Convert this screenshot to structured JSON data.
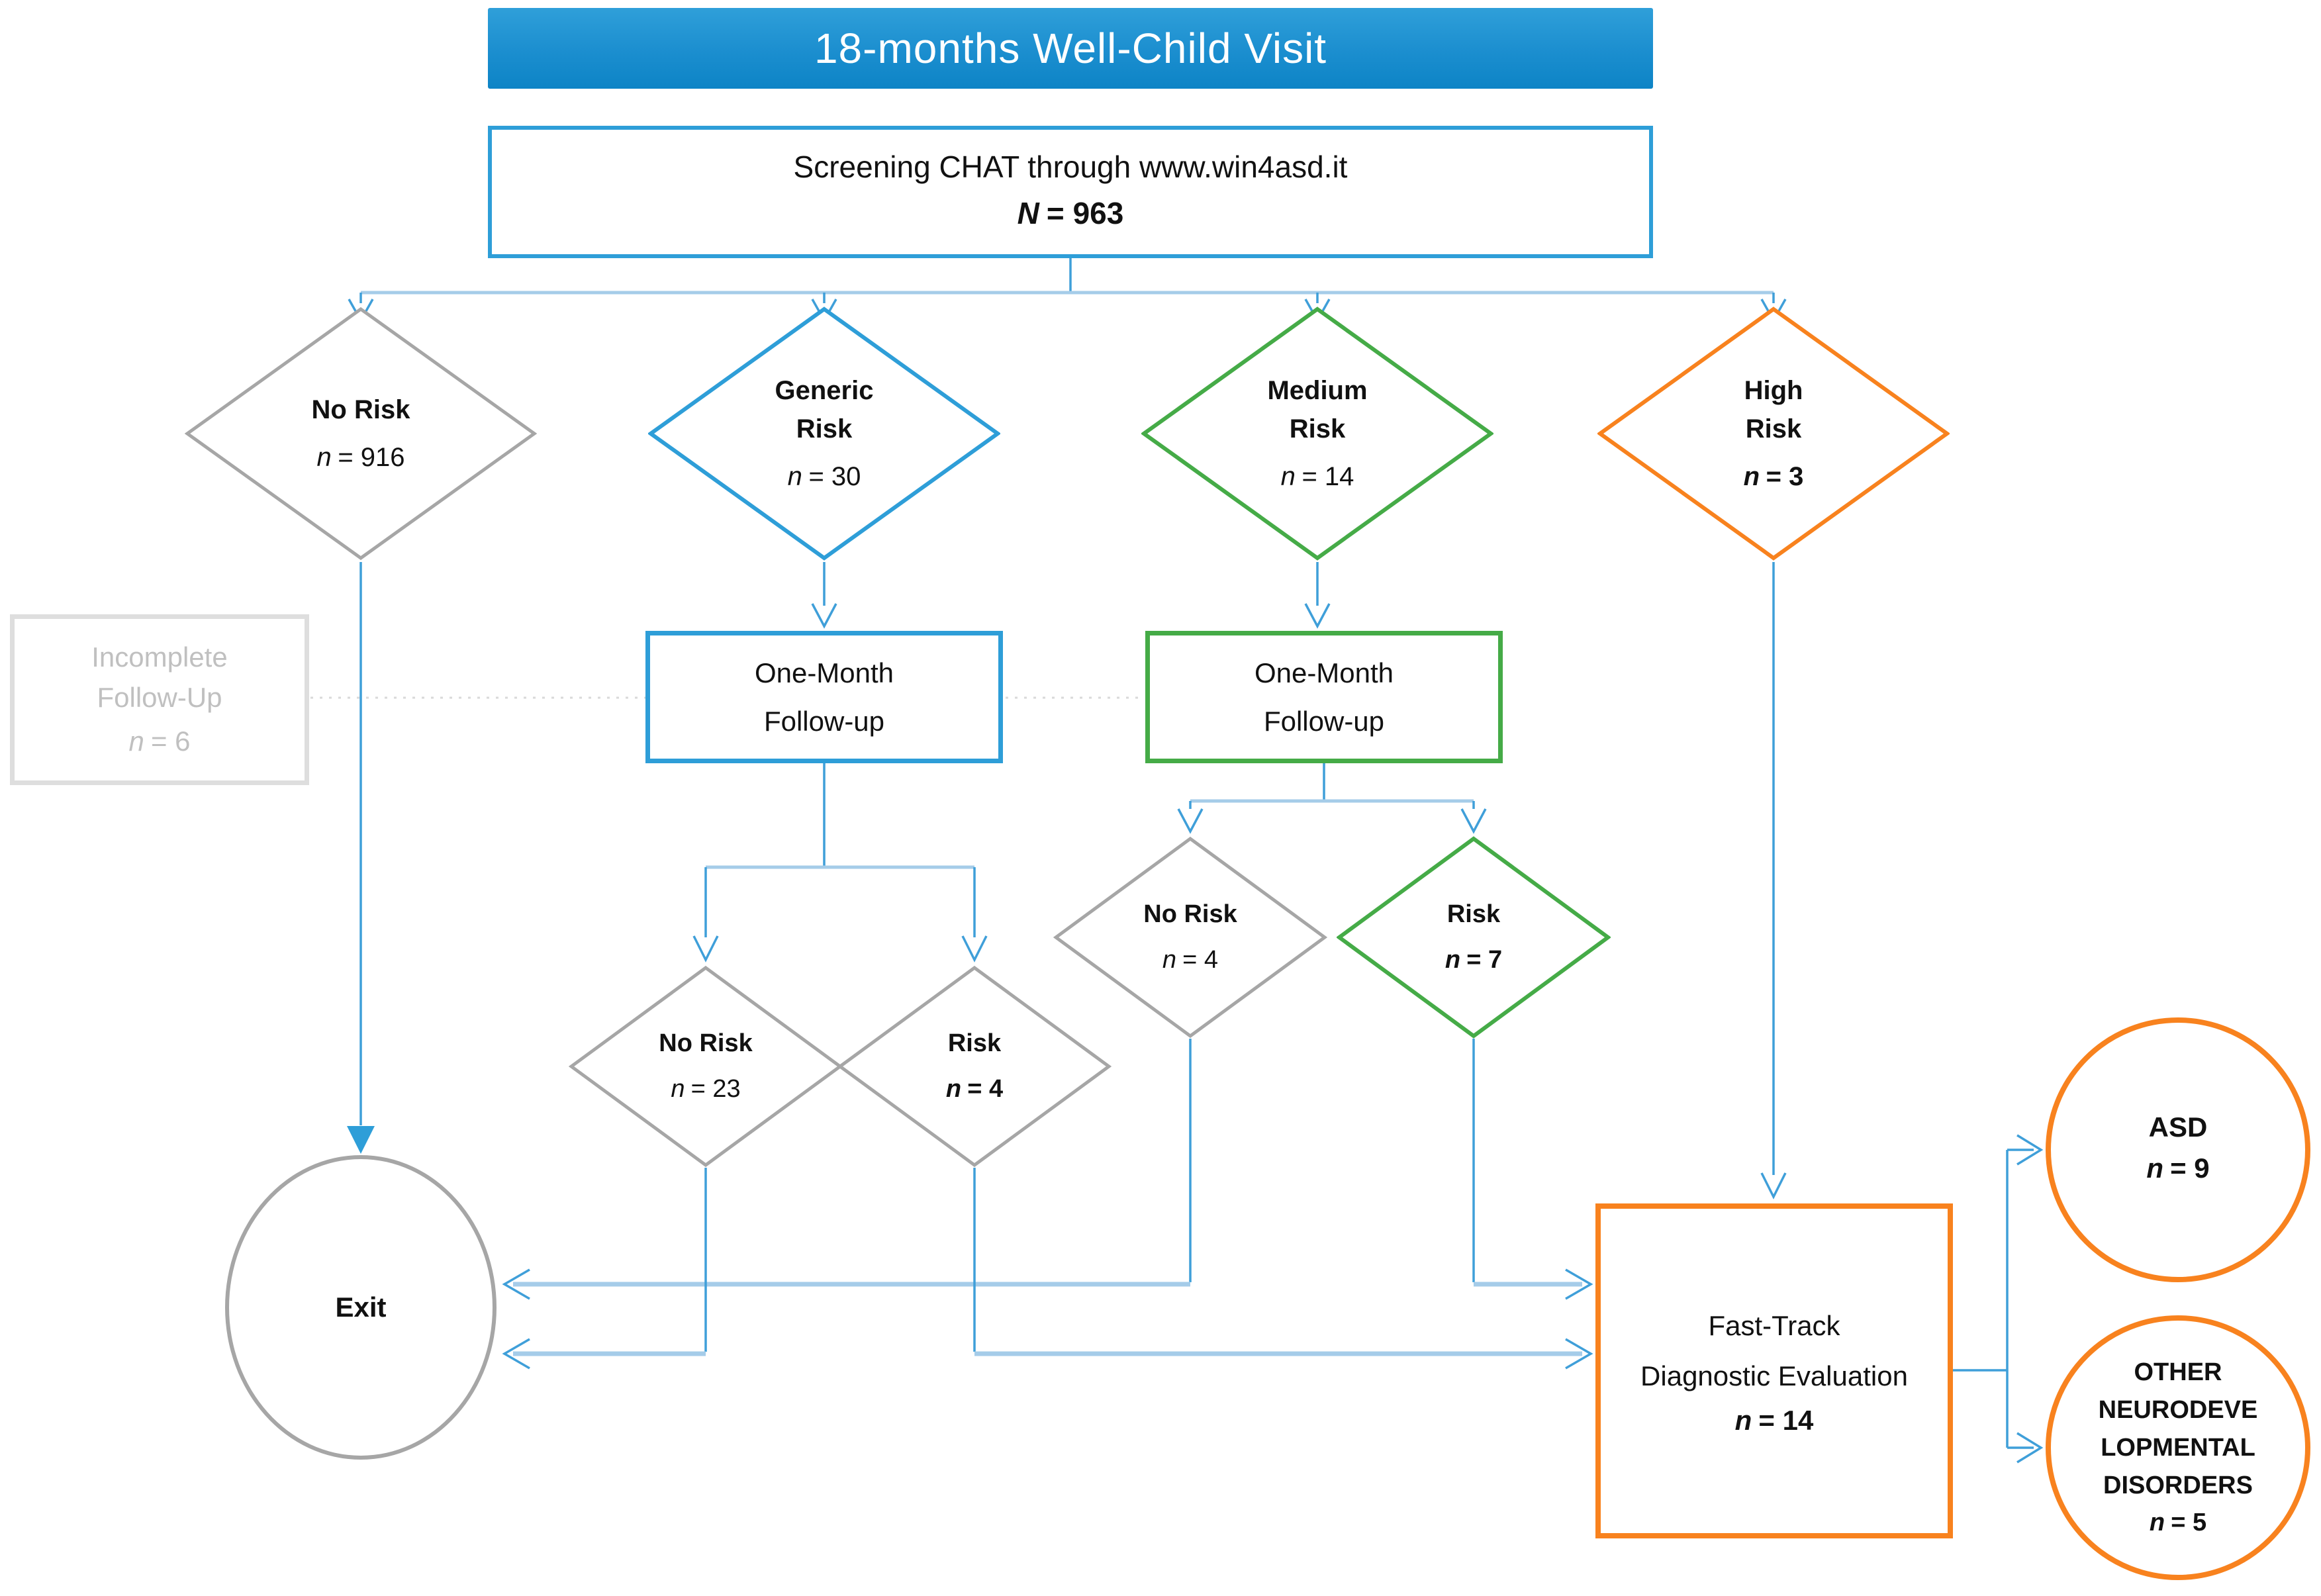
{
  "header": {
    "title": "18-months Well-Child Visit"
  },
  "screening": {
    "line1": "Screening CHAT through www.win4asd.it",
    "n": "N",
    "eq": "= 963"
  },
  "nodes": {
    "no_risk_916": {
      "label1": "No Risk",
      "n": "n",
      "eq": "= 916"
    },
    "generic_risk": {
      "label1": "Generic",
      "label2": "Risk",
      "n": "n",
      "eq": "= 30"
    },
    "medium_risk": {
      "label1": "Medium",
      "label2": "Risk",
      "n": "n",
      "eq": "= 14"
    },
    "high_risk": {
      "label1": "High",
      "label2": "Risk",
      "n": "n",
      "eq": "= 3"
    },
    "incomplete": {
      "line1": "Incomplete",
      "line2": "Follow-Up",
      "n": "n",
      "eq": "= 6"
    },
    "fu_generic": {
      "line1": "One-Month",
      "line2": "Follow-up"
    },
    "fu_medium": {
      "line1": "One-Month",
      "line2": "Follow-up"
    },
    "no_risk_23": {
      "label1": "No Risk",
      "n": "n",
      "eq": "= 23"
    },
    "risk_4": {
      "label1": "Risk",
      "n": "n",
      "eq": "= 4"
    },
    "no_risk_4": {
      "label1": "No Risk",
      "n": "n",
      "eq": "= 4"
    },
    "risk_7": {
      "label1": "Risk",
      "n": "n",
      "eq": "= 7"
    },
    "exit": {
      "label1": "Exit"
    },
    "fast_track": {
      "line1": "Fast-Track",
      "line2": "Diagnostic Evaluation",
      "n": "n",
      "eq": "= 14"
    },
    "asd": {
      "label1": "ASD",
      "n": "n",
      "eq": "= 9"
    },
    "other": {
      "label1": "OTHER",
      "label2": "NEURODEVE",
      "label3": "LOPMENTAL",
      "label4": "DISORDERS",
      "n": "n",
      "eq": "= 5"
    }
  },
  "colors": {
    "blue": "#2e9ed8",
    "pale_blue": "#a5cce9",
    "arrow_blue": "#3f9fd9",
    "green": "#45ab47",
    "orange": "#f8821e",
    "gray": "#a6a6a6",
    "light_gray_border": "#dedede",
    "light_gray_text": "#c0c0c0",
    "dash_gray": "#d9d9d9",
    "header_top": "#2f9fd9",
    "header_bottom": "#0d84c6"
  }
}
